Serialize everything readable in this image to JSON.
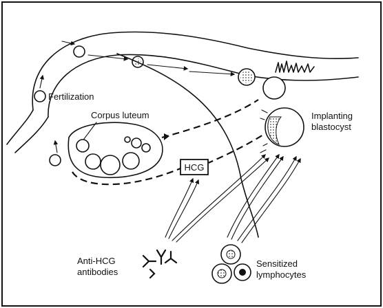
{
  "labels": {
    "fertilization": "Fertilization",
    "corpus_luteum": "Corpus luteum",
    "implanting_blastocyst_line1": "Implanting",
    "implanting_blastocyst_line2": "blastocyst",
    "hcg": "HCG",
    "anti_hcg_line1": "Anti-HCG",
    "anti_hcg_line2": "antibodies",
    "sensitized_line1": "Sensitized",
    "sensitized_line2": "lymphocytes"
  }
}
